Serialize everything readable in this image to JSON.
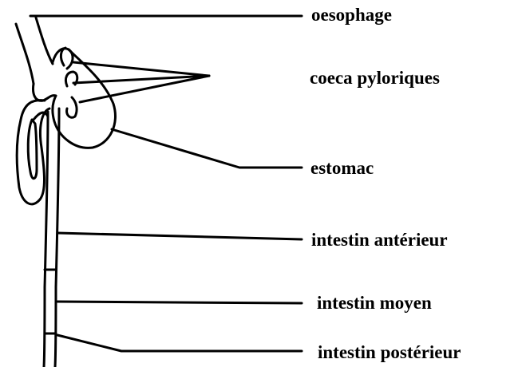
{
  "labels": {
    "oesophage": "oesophage",
    "coeca": "coeca pyloriques",
    "estomac": "estomac",
    "intestin_anterieur": "intestin antérieur",
    "intestin_moyen": "intestin moyen",
    "intestin_posterieur": "intestin postérieur"
  },
  "colors": {
    "ink": "#000000",
    "background": "#ffffff"
  }
}
